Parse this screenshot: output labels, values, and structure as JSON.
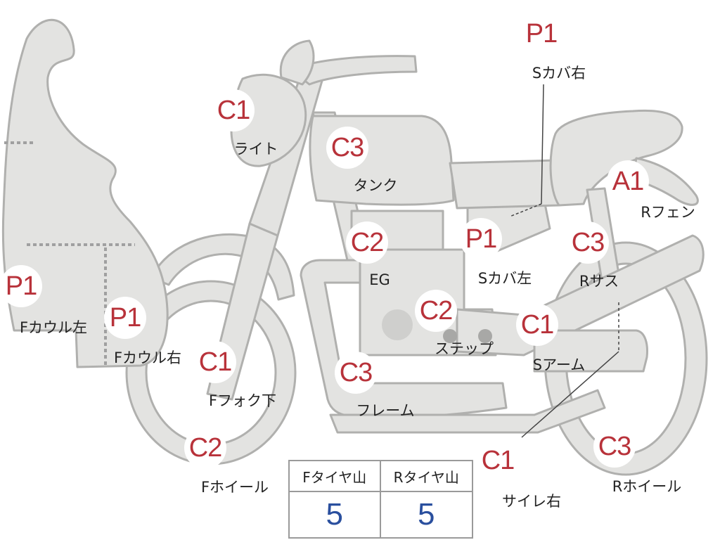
{
  "parts": [
    {
      "id": "front-cowl-left",
      "grade": "P1",
      "label": "Fカウル左"
    },
    {
      "id": "front-cowl-right",
      "grade": "P1",
      "label": "Fカウル右"
    },
    {
      "id": "light",
      "grade": "C1",
      "label": "ライト"
    },
    {
      "id": "tank",
      "grade": "C3",
      "label": "タンク"
    },
    {
      "id": "side-cover-right",
      "grade": "P1",
      "label": "Sカバ右"
    },
    {
      "id": "rear-fender",
      "grade": "A1",
      "label": "Rフェン"
    },
    {
      "id": "engine",
      "grade": "C2",
      "label": "EG"
    },
    {
      "id": "side-cover-left",
      "grade": "P1",
      "label": "Sカバ左"
    },
    {
      "id": "rear-suspension",
      "grade": "C3",
      "label": "Rサス"
    },
    {
      "id": "step",
      "grade": "C2",
      "label": "ステップ"
    },
    {
      "id": "swing-arm",
      "grade": "C1",
      "label": "Sアーム"
    },
    {
      "id": "front-fork-lower",
      "grade": "C1",
      "label": "Fフォク下"
    },
    {
      "id": "frame",
      "grade": "C3",
      "label": "フレーム"
    },
    {
      "id": "front-wheel",
      "grade": "C2",
      "label": "Fホイール"
    },
    {
      "id": "muffler-right",
      "grade": "C1",
      "label": "サイレ右"
    },
    {
      "id": "rear-wheel",
      "grade": "C3",
      "label": "Rホイール"
    }
  ],
  "tire_table": {
    "headers": [
      "Fタイヤ山",
      "Rタイヤ山"
    ],
    "values": [
      "5",
      "5"
    ]
  },
  "colors": {
    "part_fill": "#e3e3e1",
    "part_stroke": "#b0b0ae",
    "grade_text": "#b8323a",
    "table_value": "#2a4f9e"
  }
}
